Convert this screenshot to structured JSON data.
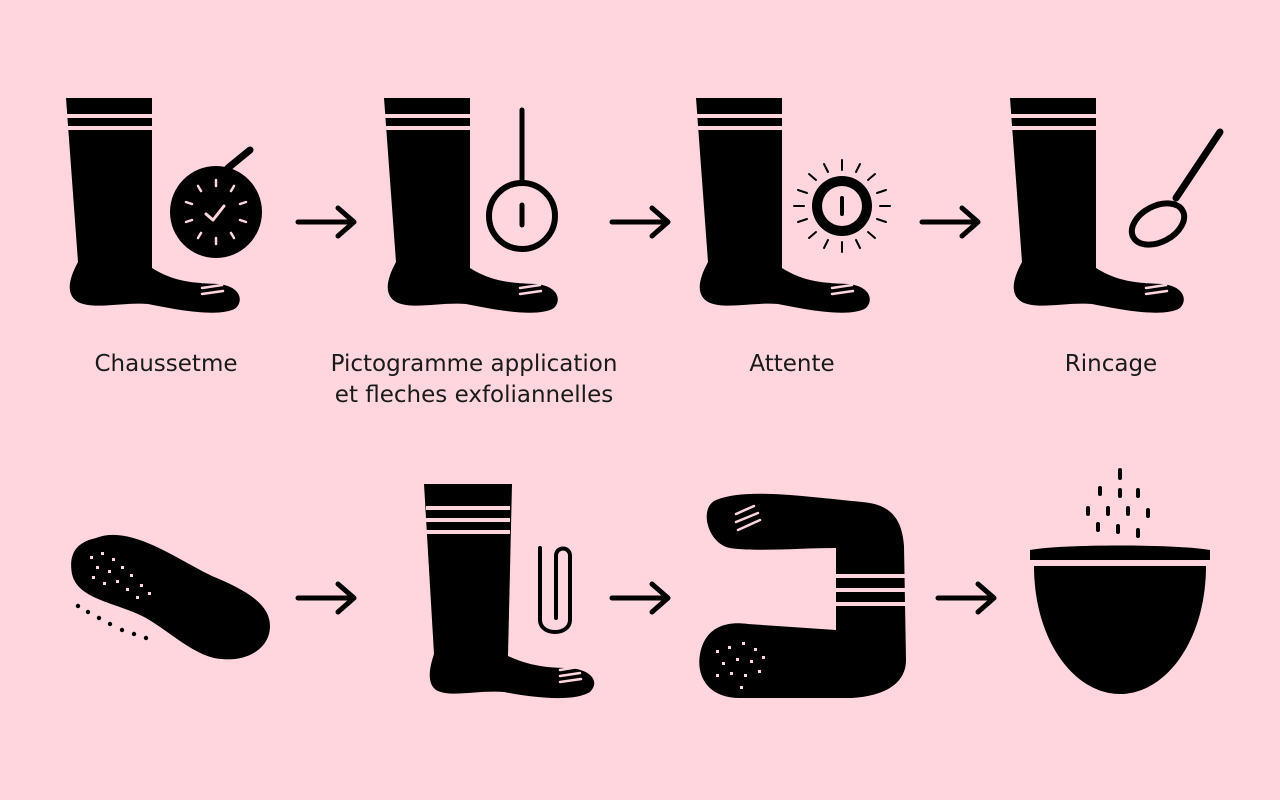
{
  "background": "#FFD6DE",
  "ink": "#000000",
  "steps_top": [
    {
      "lines": [
        "Chaussetme"
      ],
      "icon": "sock-with-gauge-icon"
    },
    {
      "lines": [
        "Pictogramme application",
        "et fleches exfoliannelles"
      ],
      "icon": "sock-with-magnifier-icon"
    },
    {
      "lines": [
        "Attente"
      ],
      "icon": "sock-with-sun-timer-icon"
    },
    {
      "lines": [
        "Rincage"
      ],
      "icon": "sock-with-spoon-icon"
    }
  ],
  "steps_bottom": [
    {
      "icon": "peeling-sole-icon"
    },
    {
      "icon": "sock-with-clip-icon"
    },
    {
      "icon": "bent-foot-icon"
    },
    {
      "icon": "basin-with-water-drops-icon"
    }
  ],
  "arrow_icon": "arrow-right-icon"
}
